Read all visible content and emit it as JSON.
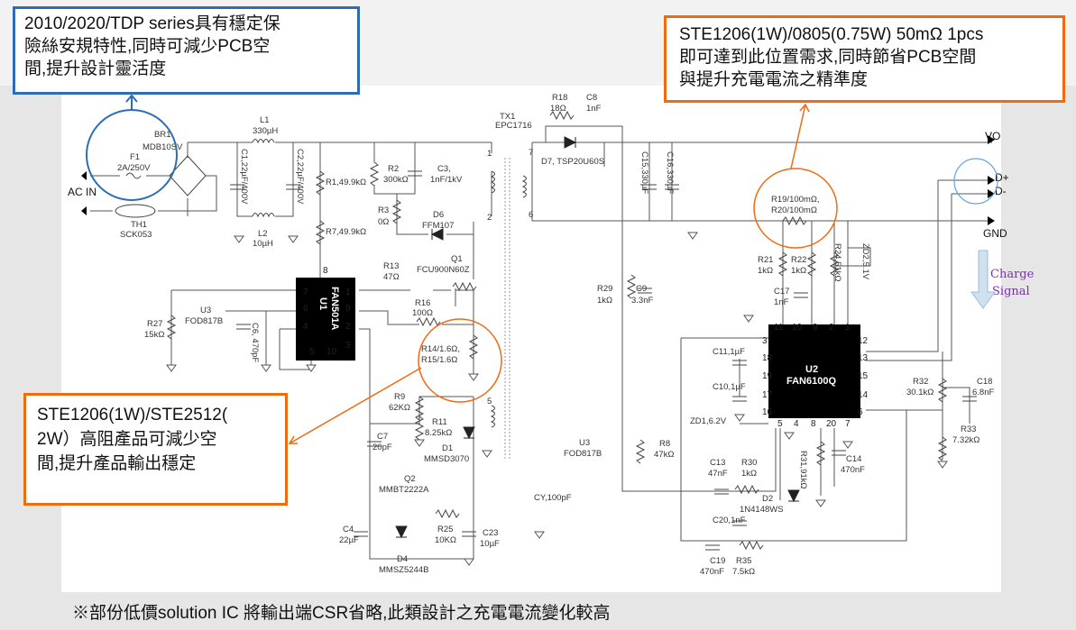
{
  "callouts": {
    "fuse": [
      "2010/2020/TDP series具有穩定保",
      "險絲安規特性,同時可減少PCB空",
      "間,提升設計靈活度"
    ],
    "sense": [
      "STE1206(1W)/0805(0.75W) 50mΩ 1pcs",
      "即可達到此位置需求,同時節省PCB空間",
      "與提升充電電流之精準度"
    ],
    "current_sense": [
      "STE1206(1W)/STE2512(",
      "2W）高阻產品可減少空",
      "間,提升產品輸出穩定"
    ]
  },
  "footnote": "※部份低價solution  IC 將輸出端CSR省略,此類設計之充電電流變化較高",
  "colors": {
    "blue_callout": "#2e6db4",
    "orange_callout": "#f06a10",
    "charge_arrow": "#cfe0ee",
    "charge_text": "#7a30b0"
  },
  "chips": {
    "u1": {
      "ref": "U1",
      "part": "FAN501A",
      "pins": [
        "7",
        "6",
        "4",
        "8",
        "5",
        "10",
        "1",
        "9",
        "2",
        "3"
      ]
    },
    "u2": {
      "ref": "U2",
      "part": "FAN6100Q",
      "pins": [
        "11",
        "10",
        "9",
        "2",
        "1",
        "3",
        "18",
        "19",
        "17",
        "16",
        "12",
        "13",
        "15",
        "14",
        "6",
        "5",
        "4",
        "8",
        "20",
        "7"
      ]
    }
  },
  "labels": {
    "br1": "BR1",
    "mdb10sv": "MDB10SV",
    "f1": "F1",
    "f1v": "2A/250V",
    "acin": "AC IN",
    "th1": "TH1",
    "sck053": "SCK053",
    "l1": "L1",
    "l1v": "330µH",
    "c1": "C1,22µF/400V",
    "c2": "C2,22µF/400V",
    "l2": "L2",
    "l2v": "10µH",
    "r1": "R1,49.9kΩ",
    "r7": "R7,49.9kΩ",
    "r2": "R2",
    "r2v": "300kΩ",
    "c3": "C3,",
    "c3v": "1nF/1kV",
    "r3": "R3",
    "r3v": "0Ω",
    "d6": "D6",
    "d6v": "FFM107",
    "q1": "Q1",
    "q1v": "FCU900N60Z",
    "tx1": "TX1",
    "tx1v": "EPC1716",
    "tp1": "1",
    "tp2": "2",
    "tp5": "5",
    "tp7": "7",
    "tp6": "6",
    "r18": "R18",
    "r18v": "18Ω",
    "c8": "C8",
    "c8v": "1nF",
    "d7": "D7, TSP20U60S",
    "c15": "C15,330µF",
    "c16": "C16,330µF",
    "vo": "VO",
    "dplus": "D+",
    "dminus": "D-",
    "gnd": "GND",
    "charge1": "Charge",
    "charge2": "Signal",
    "r19": "R19/100mΩ,",
    "r20": "R20/100mΩ",
    "r21": "R21",
    "r21v": "1kΩ",
    "r22": "R22",
    "r22v": "1kΩ",
    "r24": "R24,51kΩ",
    "zd2": "ZD2,5.1V",
    "r29": "R29",
    "r29v": "1kΩ",
    "c9": "C9",
    "c9v": "3.3nF",
    "c17": "C17",
    "c17v": "1nF",
    "c11": "C11,1µF",
    "c10": "C10,1µF",
    "zd1": "ZD1,6.2V",
    "r32": "R32",
    "r32v": "30.1kΩ",
    "c18": "C18",
    "c18v": "6.8nF",
    "r33": "R33",
    "r33v": "7.32kΩ",
    "u3b": "U3",
    "u3bv": "FOD817B",
    "r8": "R8",
    "r8v": "47kΩ",
    "c13": "C13",
    "c13v": "47nF",
    "r30": "R30",
    "r30v": "1kΩ",
    "d2": "D2",
    "d2v": "1N4148WS",
    "r31": "R31,91kΩ",
    "c14": "C14",
    "c14v": "470nF",
    "cy": "CY,100pF",
    "c20": "C20,1nF",
    "c19": "C19",
    "c19v": "470nF",
    "r35": "R35",
    "r35v": "7.5kΩ",
    "r13": "R13",
    "r13v": "47Ω",
    "r16": "R16",
    "r16v": "100Ω",
    "r14": "R14/1.6Ω,",
    "r15": "R15/1.6Ω",
    "u3a": "U3",
    "u3av": "FOD817B",
    "r27": "R27",
    "r27v": "15kΩ",
    "c6": "C6, 470pF",
    "r9": "R9",
    "r9v": "62KΩ",
    "r11": "R11",
    "r11v": "8.25kΩ",
    "c7": "C7",
    "c7v": "20pF",
    "d1": "D1",
    "d1v": "MMSD3070",
    "q2": "Q2",
    "q2v": "MMBT2222A",
    "c4": "C4",
    "c4v": "22µF",
    "r25": "R25",
    "r25v": "10KΩ",
    "c23": "C23",
    "c23v": "10µF",
    "d4": "D4",
    "d4v": "MMSZ5244B"
  }
}
